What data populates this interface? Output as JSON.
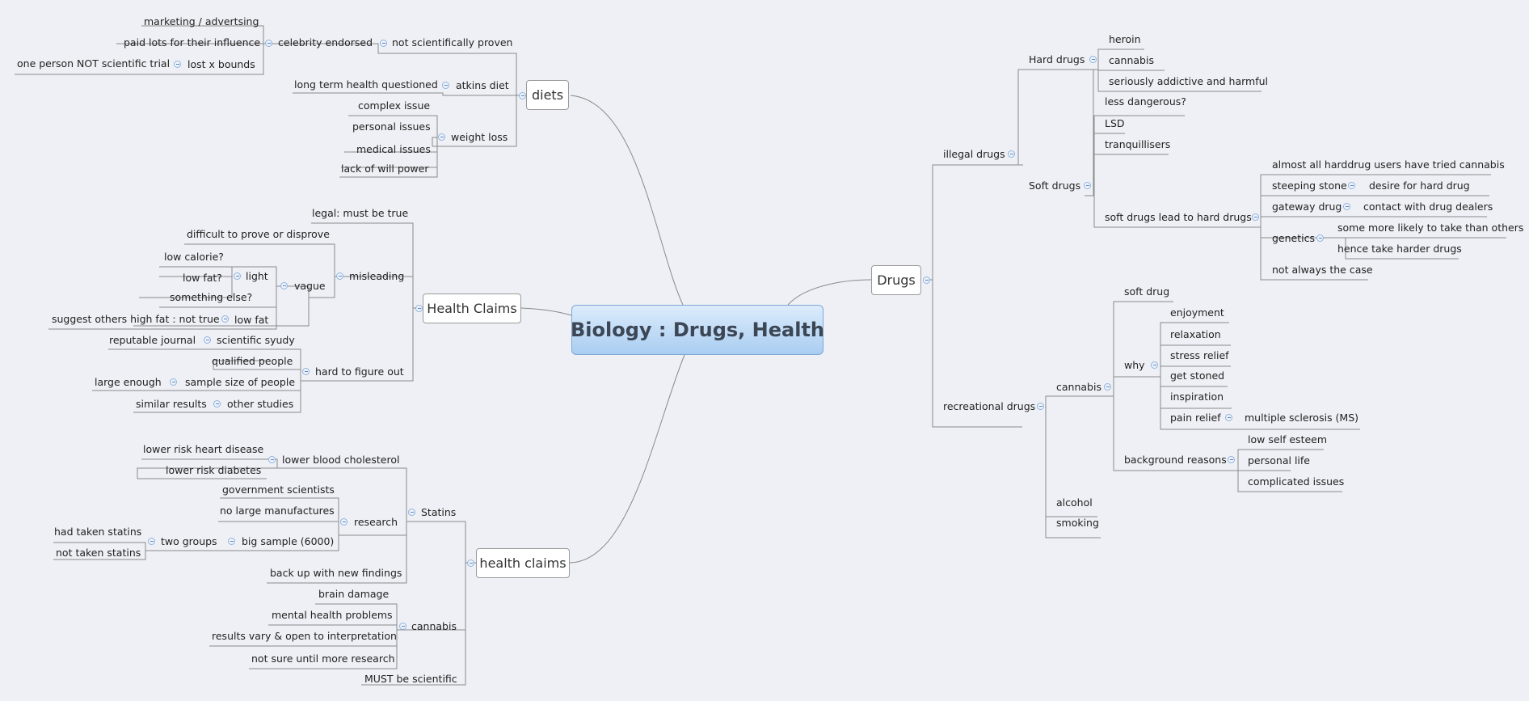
{
  "central": "Biology : Drugs, Health",
  "main": {
    "diets": "diets",
    "health_claims_upper": "Health Claims",
    "health_claims_lower": "health claims",
    "drugs": "Drugs"
  },
  "diets": {
    "not_scientifically_proven": "not scientifically proven",
    "celebrity_endorsed": "celebrity endorsed",
    "marketing": "marketing / advertsing",
    "paid": "paid lots for their influence",
    "lost_x_bounds": "lost x bounds",
    "one_person": "one person NOT scientific trial",
    "atkins": "atkins diet",
    "long_term": "long term health questioned",
    "weight_loss": "weight loss",
    "complex": "complex issue",
    "personal": "personal issues",
    "medical": "medical issues",
    "will_power": "lack of will power"
  },
  "hc_upper": {
    "legal": "legal: must be true",
    "misleading": "misleading",
    "vague": "vague",
    "difficult": "difficult to prove or disprove",
    "light": "light",
    "low_calorie": "low calorie?",
    "low_fat_q": "low fat?",
    "something_else": "something else?",
    "low_fat": "low fat",
    "suggest": "suggest others high fat : not true",
    "hard": "hard to figure out",
    "scientific_syudy": "scientific syudy",
    "reputable": "reputable journal",
    "qualified": "qualified people",
    "sample_size": "sample size of people",
    "large_enough": "large enough",
    "other_studies": "other studies",
    "similar_results": "similar results"
  },
  "hc_lower": {
    "statins": "Statins",
    "lower_chol": "lower blood cholesterol",
    "lower_heart": "lower risk heart disease",
    "lower_diabetes": "lower risk diabetes",
    "research": "research",
    "gov": "government scientists",
    "no_large": "no large manufactures",
    "big_sample": "big sample (6000)",
    "two_groups": "two groups",
    "had_taken": "had taken statins",
    "not_taken": "not taken statins",
    "back_up": "back up with new findings",
    "cannabis": "cannabis",
    "brain": "brain damage",
    "mental": "mental health problems",
    "results_vary": "results vary & open to interpretation",
    "not_sure": "not sure until more research",
    "must": "MUST be scientific"
  },
  "drugs": {
    "illegal": "illegal drugs",
    "hard": "Hard drugs",
    "heroin": "heroin",
    "cannabis_h": "cannabis",
    "seriously": "seriously addictive and harmful",
    "soft": "Soft drugs",
    "less_dangerous": "less dangerous?",
    "lsd": "LSD",
    "tranq": "tranquillisers",
    "lead": "soft drugs lead to hard drugs",
    "almost_all": "almost all harddrug users have tried cannabis",
    "steeping": "steeping stone",
    "desire": "desire for hard drug",
    "gateway": "gateway drug",
    "contact": "contact with drug dealers",
    "genetics": "genetics",
    "some_more": "some more likely to take than others",
    "hence": "hence take harder drugs",
    "not_always": "not always the case",
    "recreational": "recreational drugs",
    "cannabis_r": "cannabis",
    "soft_drug": "soft drug",
    "why": "why",
    "enjoyment": "enjoyment",
    "relaxation": "relaxation",
    "stress": "stress relief",
    "stoned": "get stoned",
    "inspiration": "inspiration",
    "pain": "pain relief",
    "ms": "multiple sclerosis (MS)",
    "background": "background reasons",
    "low_self": "low self esteem",
    "personal_life": "personal life",
    "complicated": "complicated issues",
    "alcohol": "alcohol",
    "smoking": "smoking"
  },
  "colors": {
    "background": "#eef0f5",
    "central_top": "#dcecfc",
    "central_bottom": "#a9cdf1",
    "line": "#8a8a8a",
    "collapse": "#5a86c0"
  }
}
